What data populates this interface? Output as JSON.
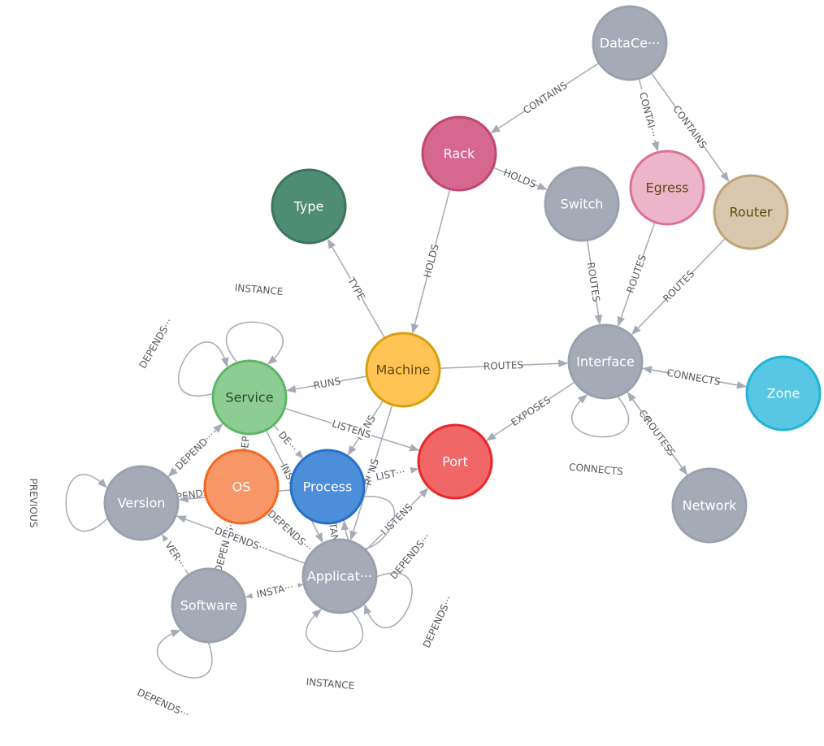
{
  "graph": {
    "nodes": [
      {
        "id": "datacenter",
        "label": "DataCe···",
        "color": "#a5abb6",
        "stroke": "#9aa1ac",
        "text": "#ffffff"
      },
      {
        "id": "rack",
        "label": "Rack",
        "color": "#d6678f",
        "stroke": "#c2466f",
        "text": "#ffffff"
      },
      {
        "id": "type",
        "label": "Type",
        "color": "#4f8c74",
        "stroke": "#3c7560",
        "text": "#ffffff"
      },
      {
        "id": "switch",
        "label": "Switch",
        "color": "#a5abb6",
        "stroke": "#9aa1ac",
        "text": "#ffffff"
      },
      {
        "id": "egress",
        "label": "Egress",
        "color": "#ecb5c9",
        "stroke": "#da7298",
        "text": "#604a0e"
      },
      {
        "id": "router",
        "label": "Router",
        "color": "#d9c8ae",
        "stroke": "#c0a378",
        "text": "#604a0e"
      },
      {
        "id": "machine",
        "label": "Machine",
        "color": "#ffc454",
        "stroke": "#d7a013",
        "text": "#604a0e"
      },
      {
        "id": "service",
        "label": "Service",
        "color": "#8dcc93",
        "stroke": "#5db665",
        "text": "#2a4a2e"
      },
      {
        "id": "interface",
        "label": "Interface",
        "color": "#a5abb6",
        "stroke": "#9aa1ac",
        "text": "#ffffff"
      },
      {
        "id": "zone",
        "label": "Zone",
        "color": "#57c7e3",
        "stroke": "#23b3d7",
        "text": "#ffffff"
      },
      {
        "id": "port",
        "label": "Port",
        "color": "#f16667",
        "stroke": "#eb2728",
        "text": "#ffffff"
      },
      {
        "id": "version",
        "label": "Version",
        "color": "#a5abb6",
        "stroke": "#9aa1ac",
        "text": "#ffffff"
      },
      {
        "id": "os",
        "label": "OS",
        "color": "#f79767",
        "stroke": "#f36924",
        "text": "#ffffff"
      },
      {
        "id": "process",
        "label": "Process",
        "color": "#4c8eda",
        "stroke": "#2870c2",
        "text": "#ffffff"
      },
      {
        "id": "network",
        "label": "Network",
        "color": "#a5abb6",
        "stroke": "#9aa1ac",
        "text": "#ffffff"
      },
      {
        "id": "application",
        "label": "Applicat···",
        "color": "#a5abb6",
        "stroke": "#9aa1ac",
        "text": "#ffffff"
      },
      {
        "id": "software",
        "label": "Software",
        "color": "#a5abb6",
        "stroke": "#9aa1ac",
        "text": "#ffffff"
      }
    ],
    "edges": [
      {
        "from": "datacenter",
        "to": "rack",
        "label": "CONTAINS"
      },
      {
        "from": "datacenter",
        "to": "egress",
        "label": "CONTAI···"
      },
      {
        "from": "datacenter",
        "to": "router",
        "label": "CONTAINS"
      },
      {
        "from": "rack",
        "to": "switch",
        "label": "HOLDS"
      },
      {
        "from": "rack",
        "to": "machine",
        "label": "HOLDS"
      },
      {
        "from": "machine",
        "to": "type",
        "label": "TYPE"
      },
      {
        "from": "switch",
        "to": "interface",
        "label": "ROUTES"
      },
      {
        "from": "egress",
        "to": "interface",
        "label": "ROUTES"
      },
      {
        "from": "router",
        "to": "interface",
        "label": "ROUTES"
      },
      {
        "from": "machine",
        "to": "interface",
        "label": "ROUTES"
      },
      {
        "from": "zone",
        "to": "interface",
        "label": "ROUTES"
      },
      {
        "from": "interface",
        "to": "zone",
        "label": "CONNECTS"
      },
      {
        "from": "interface",
        "to": "port",
        "label": "EXPOSES"
      },
      {
        "from": "interface",
        "to": "network",
        "label": "CONNECTS"
      },
      {
        "from": "network",
        "to": "interface",
        "label": "ROUTES"
      },
      {
        "from": "machine",
        "to": "service",
        "label": "RUNS"
      },
      {
        "from": "machine",
        "to": "process",
        "label": "RUNS"
      },
      {
        "from": "machine",
        "to": "application",
        "label": "RUNS"
      },
      {
        "from": "service",
        "to": "version",
        "label": "INSTANCE"
      },
      {
        "from": "service",
        "to": "port",
        "label": "LISTENS"
      },
      {
        "from": "service",
        "to": "process",
        "label": "DE···"
      },
      {
        "from": "process",
        "to": "port",
        "label": "LIST···"
      },
      {
        "from": "application",
        "to": "port",
        "label": "LISTENS"
      },
      {
        "from": "version",
        "to": "service",
        "label": "DEPEND···"
      },
      {
        "from": "version",
        "to": "os",
        "label": "DEPENDS···"
      },
      {
        "from": "software",
        "to": "version",
        "label": "VER···"
      },
      {
        "from": "software",
        "to": "application",
        "label": "DEPE···"
      },
      {
        "from": "application",
        "to": "software",
        "label": "INSTA···"
      },
      {
        "from": "os",
        "to": "software",
        "label": "DEPENDS···"
      },
      {
        "from": "process",
        "to": "version",
        "label": "DEPEN···"
      },
      {
        "from": "application",
        "to": "version",
        "label": "DEPENDS···"
      },
      {
        "from": "service",
        "to": "application",
        "label": "INSTANCE"
      },
      {
        "from": "process",
        "to": "application",
        "label": "INSTANCE"
      },
      {
        "from": "os",
        "to": "application",
        "label": "DEPENDS···"
      },
      {
        "from": "service",
        "to": "os",
        "label": "DEP···"
      }
    ],
    "loops": [
      {
        "node": "service",
        "label": "INSTANCE"
      },
      {
        "node": "service",
        "label": "DEPENDS···"
      },
      {
        "node": "version",
        "label": "PREVIOUS"
      },
      {
        "node": "interface",
        "label": "CONNECTS"
      },
      {
        "node": "process",
        "label": "DEPENDS···"
      },
      {
        "node": "application",
        "label": "DEPENDS···"
      },
      {
        "node": "application",
        "label": "INSTANCE"
      },
      {
        "node": "software",
        "label": "DEPENDS···"
      }
    ]
  }
}
